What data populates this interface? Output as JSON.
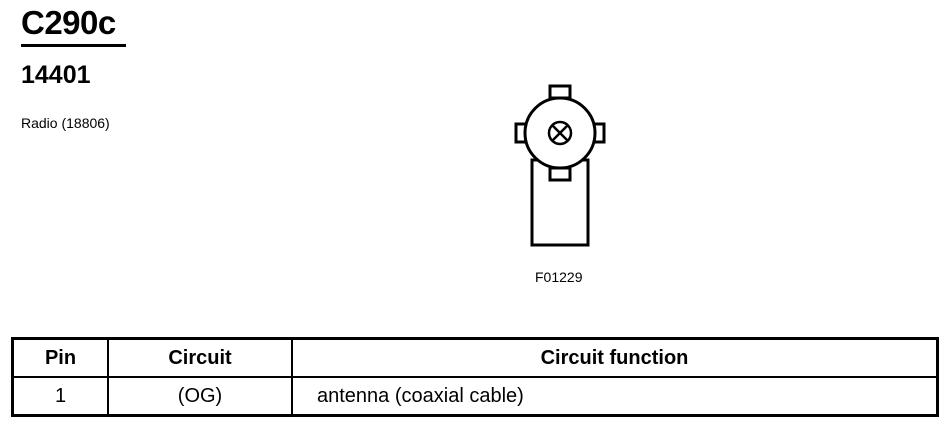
{
  "connector": {
    "id": "C290c",
    "part_number": "14401",
    "component": "Radio (18806)"
  },
  "figure": {
    "id": "F01229"
  },
  "pinout_table": {
    "headers": [
      "Pin",
      "Circuit",
      "Circuit function"
    ],
    "rows": [
      {
        "pin": "1",
        "circuit": "(OG)",
        "function": "antenna (coaxial cable)"
      }
    ]
  }
}
